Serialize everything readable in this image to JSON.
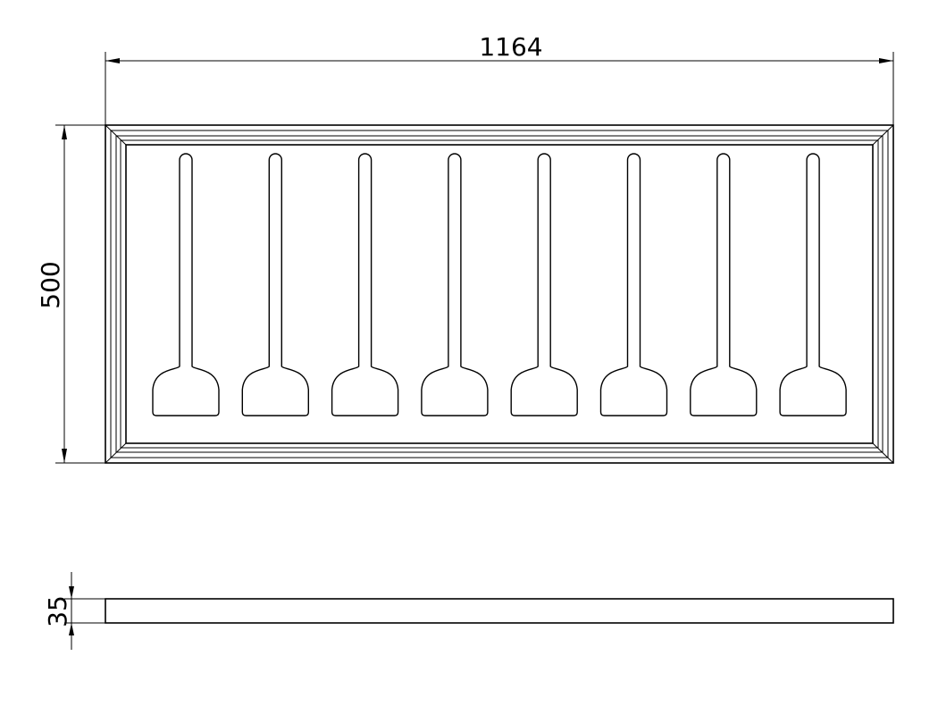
{
  "dimensions": {
    "width_label": "1164",
    "height_label": "500",
    "thickness_label": "35"
  },
  "tray": {
    "cavity_count": 8,
    "cavity_shape": "spoon-icon"
  },
  "colors": {
    "ink": "#000000",
    "paper": "#ffffff"
  }
}
